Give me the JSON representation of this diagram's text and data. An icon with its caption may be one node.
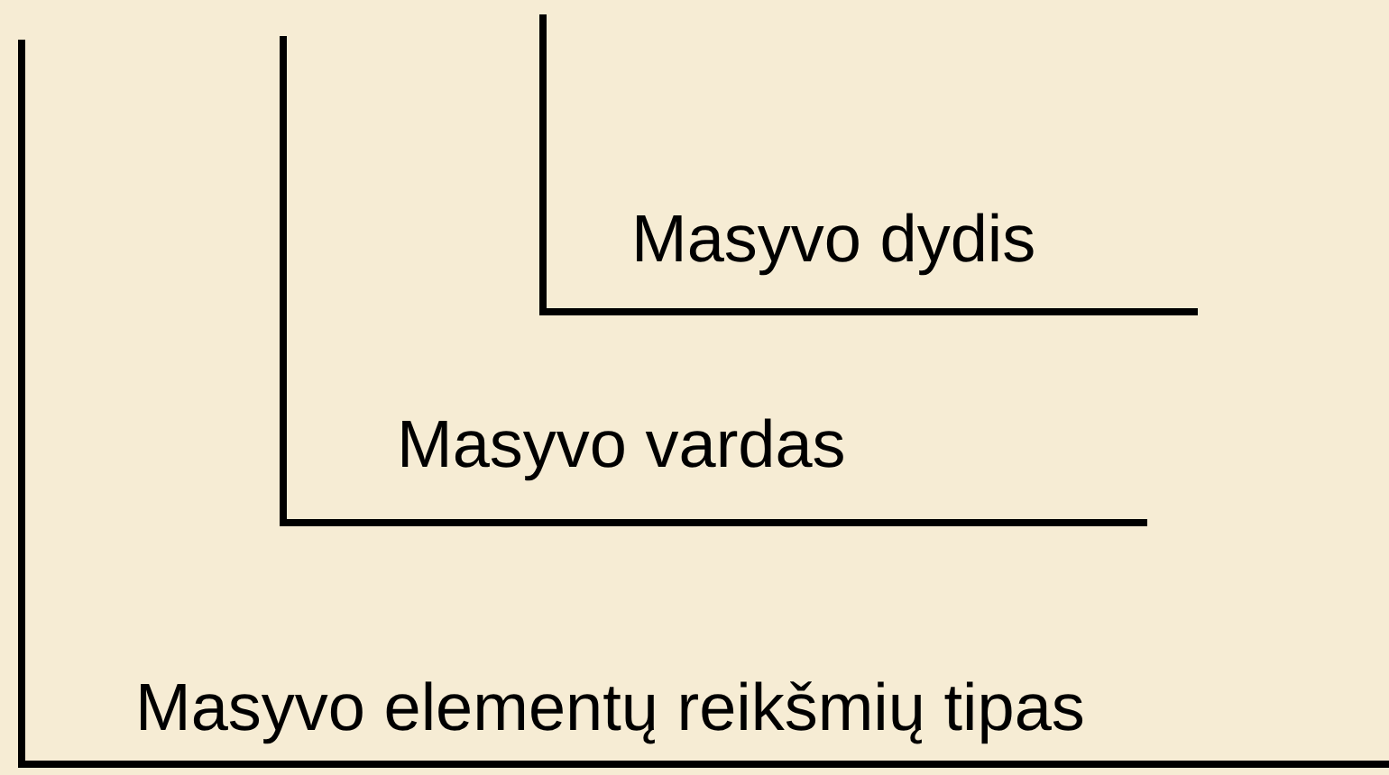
{
  "diagram": {
    "labels": [
      "Masyvo dydis",
      "Masyvo vardas",
      "Masyvo elementų reikšmių tipas"
    ]
  }
}
